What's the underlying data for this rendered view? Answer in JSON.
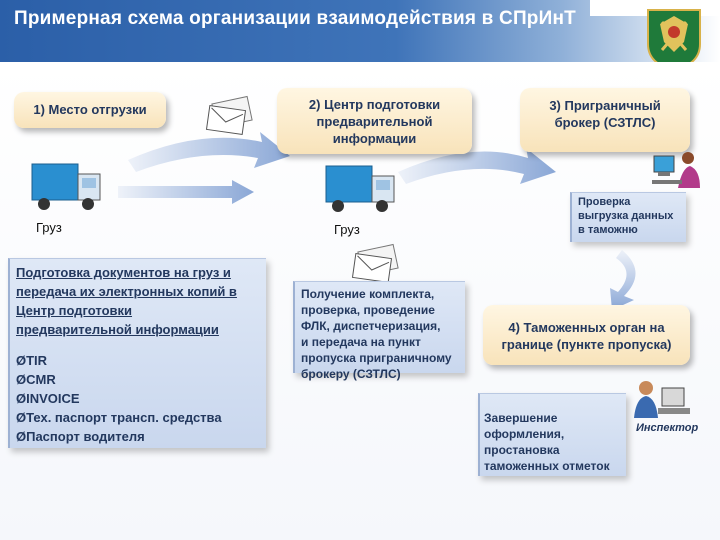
{
  "header": {
    "title": "Примерная схема организации взаимодействия в СПрИнТ"
  },
  "nodes": {
    "n1": "1) Место отгрузки",
    "n2": [
      "2) Центр подготовки",
      "предварительной",
      "информации"
    ],
    "n3": [
      "3) Приграничный",
      "брокер (СЗТЛС)"
    ],
    "n4": [
      "4) Таможенных орган на",
      "границе (пункте пропуска)"
    ]
  },
  "cargo_labels": {
    "left": "Груз",
    "middle": "Груз"
  },
  "left_panel": {
    "description": [
      "Подготовка документов на груз и",
      "передача их электронных копий в",
      "Центр подготовки",
      "предварительной информации"
    ],
    "documents": [
      "ØTIR",
      "ØCMR",
      "ØINVOICE",
      "ØТех. паспорт трансп. средства",
      "ØПаспорт водителя"
    ]
  },
  "middle_panel": {
    "lines": [
      "Получение комплекта,",
      "проверка, проведение",
      "ФЛК, диспетчеризация,",
      "и передача на пункт",
      "пропуска приграничному",
      "брокеру (СЗТЛС)"
    ]
  },
  "right_panel": {
    "lines": [
      "Проверка",
      "выгрузка данных",
      "в таможню"
    ]
  },
  "bottom_panel": {
    "lines": [
      "Завершение",
      "оформления,",
      "простановка",
      "таможенных отметок"
    ]
  },
  "inspector_label": "Инспектор",
  "colors": {
    "header": "#2b5fa8",
    "node_fill": "#f8e3ba",
    "panel_fill": "#c9d7ee",
    "arrow": "#9db6dc",
    "truck": "#2a8fd0",
    "text": "#23385e"
  }
}
